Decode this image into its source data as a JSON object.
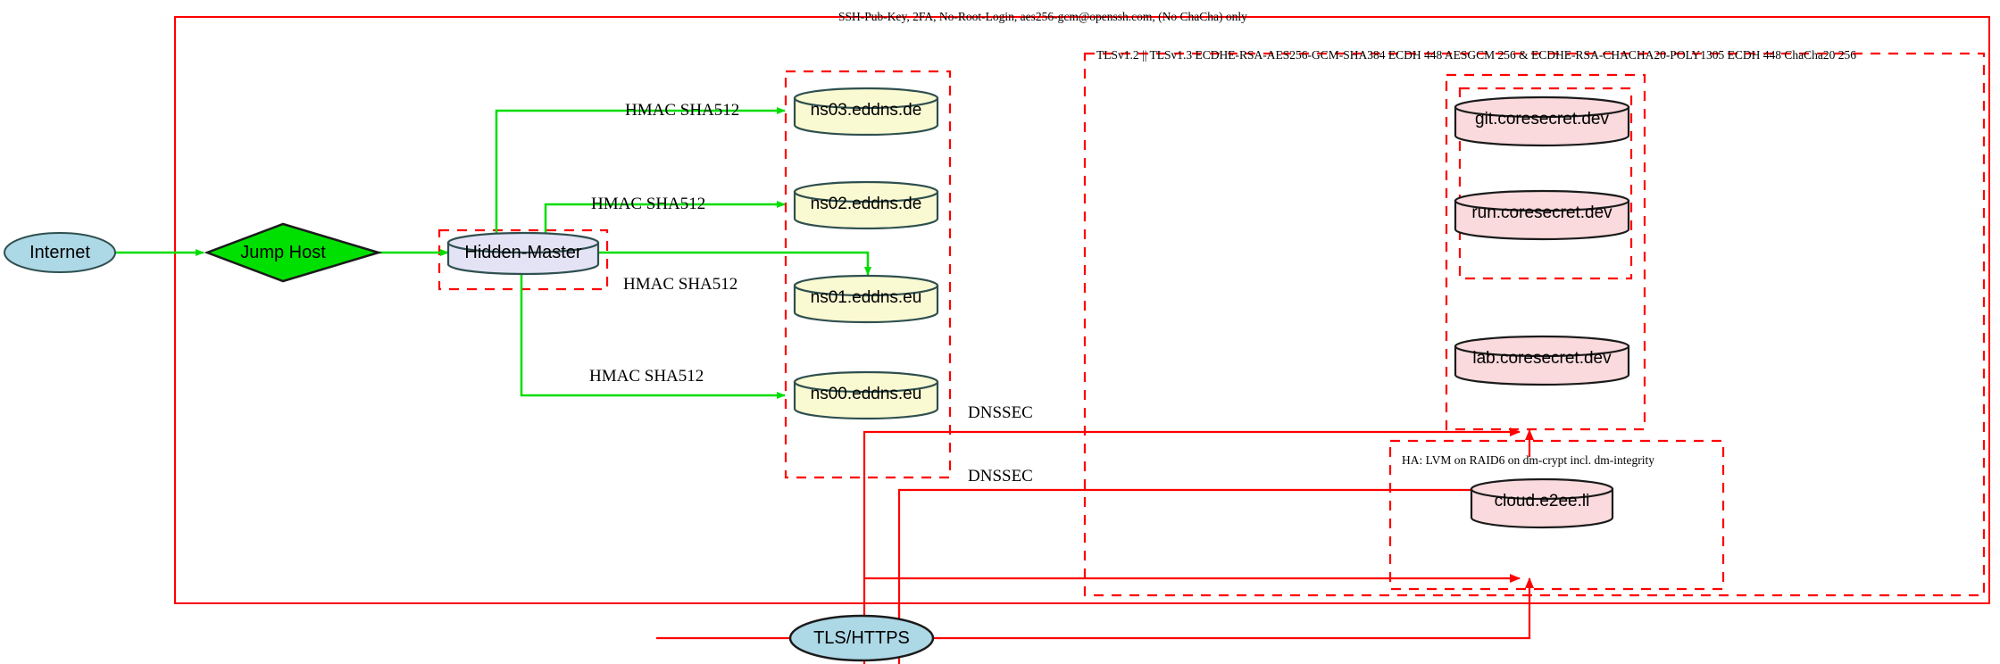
{
  "diagram": {
    "title_labels": {
      "outer_box": "SSH-Pub-Key, 2FA, No-Root-Login, aes256-gcm@openssh.com, (No ChaCha) only",
      "tls_box": "TLSv1.2 || TLSv1.3 ECDHE-RSA-AES256-GCM-SHA384 ECDH 448 AESGCM 256 & ECDHE-RSA-CHACHA20-POLY1305 ECDH 448 ChaCha20 256",
      "ha_box": "HA: LVM on RAID6 on dm-crypt incl. dm-integrity"
    },
    "nodes": {
      "internet": "Internet",
      "jump_host": "Jump Host",
      "hidden_master": "Hidden-Master",
      "ns03": "ns03.eddns.de",
      "ns02": "ns02.eddns.de",
      "ns01": "ns01.eddns.eu",
      "ns00": "ns00.eddns.eu",
      "git": "git.coresecret.dev",
      "run": "run.coresecret.dev",
      "lab": "lab.coresecret.dev",
      "cloud": "cloud.e2ee.li",
      "tls_https": "TLS/HTTPS"
    },
    "edge_labels": {
      "hmac_ns03": "HMAC SHA512",
      "hmac_ns02": "HMAC SHA512",
      "hmac_ns01": "HMAC SHA512",
      "hmac_ns00": "HMAC SHA512",
      "dnssec_upper": "DNSSEC",
      "dnssec_lower": "DNSSEC"
    },
    "colors": {
      "boundary_red": "#ff0000",
      "edge_green": "#00dd00",
      "edge_red": "#ff0000",
      "internet_fill": "#add8e6",
      "jump_host_fill": "#00e000",
      "hidden_master_fill": "#e3e3f5",
      "ns_fill": "#fafad2",
      "service_fill": "#fadadd",
      "node_stroke": "#2f4f4f"
    }
  }
}
